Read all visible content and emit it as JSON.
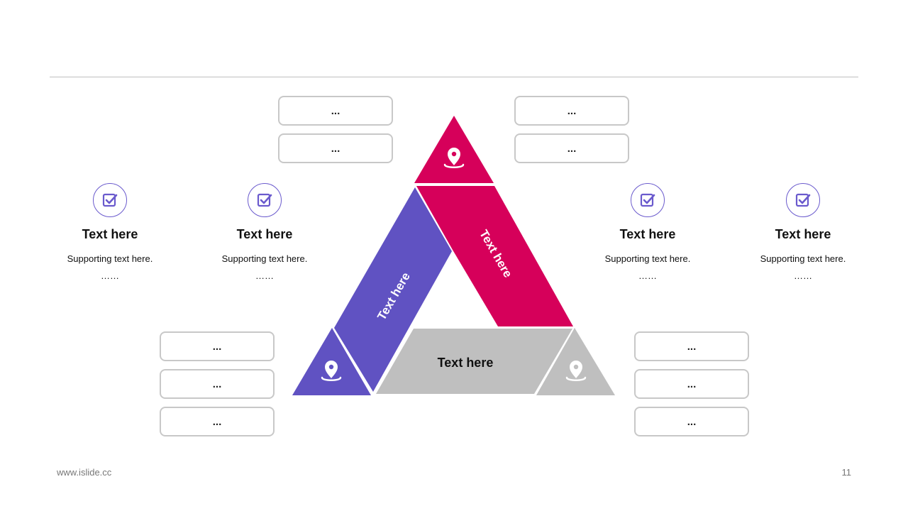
{
  "boxes": {
    "top_left": [
      "...",
      "..."
    ],
    "top_right": [
      "...",
      "..."
    ],
    "bottom_left": [
      "...",
      "...",
      "..."
    ],
    "bottom_right": [
      "...",
      "...",
      "..."
    ]
  },
  "features": [
    {
      "title": "Text here",
      "subtitle": "Supporting  text here.",
      "dots": "……"
    },
    {
      "title": "Text here",
      "subtitle": "Supporting  text here.",
      "dots": "……"
    },
    {
      "title": "Text here",
      "subtitle": "Supporting  text here.",
      "dots": "……"
    },
    {
      "title": "Text here",
      "subtitle": "Supporting  text here.",
      "dots": "……"
    }
  ],
  "triangle": {
    "left_band": "Text here",
    "right_band": "Text here",
    "bottom_band": "Text here"
  },
  "colors": {
    "magenta": "#d6005a",
    "purple": "#6052c2",
    "gray": "#bfbfbf",
    "icon": "#6a5acd"
  },
  "footer": {
    "website": "www.islide.cc",
    "page_number": "11"
  }
}
